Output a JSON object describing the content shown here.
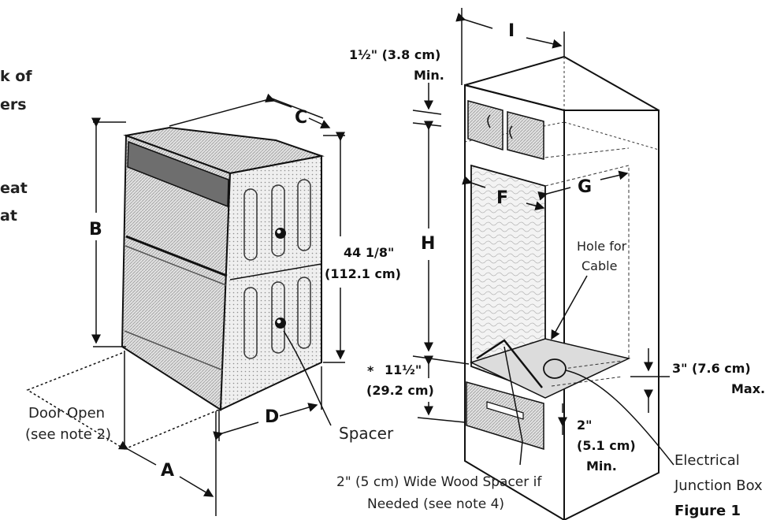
{
  "intro_fragments": [
    "k of",
    "ers",
    "eat",
    "at"
  ],
  "oven_labels": {
    "A": "A",
    "B": "B",
    "C": "C",
    "D": "D",
    "height_in": "44 1/8\"",
    "height_cm": "(112.1 cm)",
    "door_open": "Door Open",
    "door_note": "(see note 2)",
    "spacer": "Spacer"
  },
  "cabinet_labels": {
    "E": "F",
    "G": "G",
    "H": "H",
    "I": "I",
    "top_clear_in": "1½\" (3.8 cm)",
    "top_clear_min": "Min.",
    "bottom_star": "*",
    "bottom_in": "11½\"",
    "bottom_cm": "(29.2 cm)",
    "hole_for": "Hole for",
    "cable": "Cable",
    "jb_in": "3\" (7.6 cm)",
    "jb_max": "Max.",
    "gap_in": "2\"",
    "gap_cm": "(5.1 cm)",
    "gap_min": "Min.",
    "electrical": "Electrical",
    "junction": "Junction Box",
    "wood_spacer": "2\" (5 cm)  Wide Wood Spacer if",
    "wood_needed": "Needed (see note 4)"
  },
  "figure_caption": "Figure 1",
  "icons": [
    "knob-icon",
    "cabinet-handle-icon",
    "junction-box-icon"
  ]
}
